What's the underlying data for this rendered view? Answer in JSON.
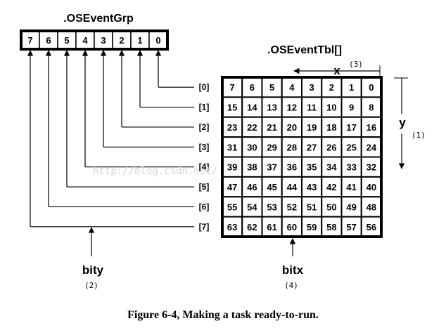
{
  "group": {
    "title": ".OSEventGrp",
    "bits": [
      "7",
      "6",
      "5",
      "4",
      "3",
      "2",
      "1",
      "0"
    ]
  },
  "table": {
    "title": ".OSEventTbl[]",
    "row_labels": [
      "[0]",
      "[1]",
      "[2]",
      "[3]",
      "[4]",
      "[5]",
      "[6]",
      "[7]"
    ],
    "rows": [
      [
        "7",
        "6",
        "5",
        "4",
        "3",
        "2",
        "1",
        "0"
      ],
      [
        "15",
        "14",
        "13",
        "12",
        "11",
        "10",
        "9",
        "8"
      ],
      [
        "23",
        "22",
        "21",
        "20",
        "19",
        "18",
        "17",
        "16"
      ],
      [
        "31",
        "30",
        "29",
        "28",
        "27",
        "26",
        "25",
        "24"
      ],
      [
        "39",
        "38",
        "37",
        "36",
        "35",
        "34",
        "33",
        "32"
      ],
      [
        "47",
        "46",
        "45",
        "44",
        "43",
        "42",
        "41",
        "40"
      ],
      [
        "55",
        "54",
        "53",
        "52",
        "51",
        "50",
        "49",
        "48"
      ],
      [
        "63",
        "62",
        "61",
        "60",
        "59",
        "58",
        "57",
        "56"
      ]
    ]
  },
  "axis_x": {
    "label": "x",
    "note": "(3)"
  },
  "axis_y": {
    "label": "y",
    "note": "(1)"
  },
  "bity": {
    "label": "bity",
    "note": "(2)"
  },
  "bitx": {
    "label": "bitx",
    "note": "(4)"
  },
  "watermark": "http://blog.csdn.net/",
  "caption": "Figure 6-4, Making a task ready-to-run."
}
